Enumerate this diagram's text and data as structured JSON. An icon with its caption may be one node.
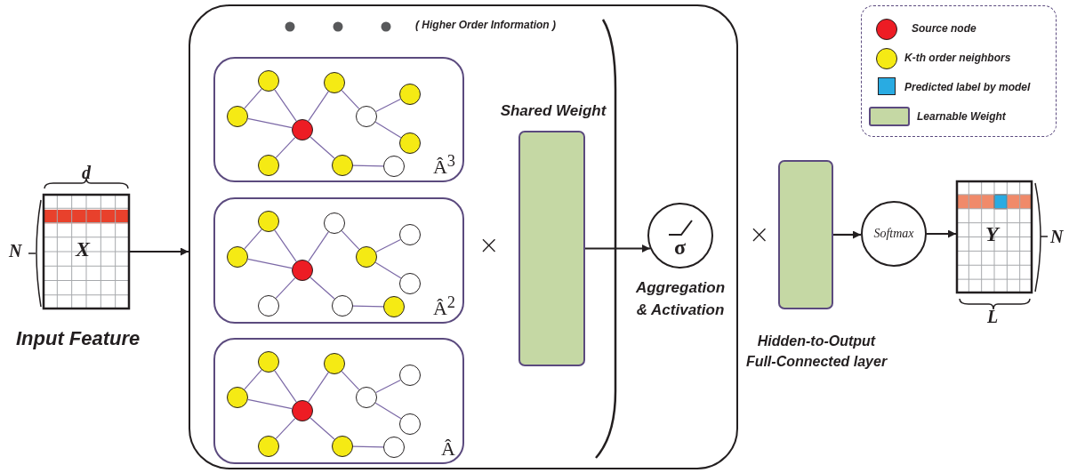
{
  "diagram": {
    "nodes": [
      {
        "text": [
          "X"
        ],
        "beside": [
          "Input Feature"
        ]
      },
      {
        "text": [
          "( Higher Order Information )"
        ]
      },
      {
        "text": [
          "Â$^{3}$"
        ],
        "in": 1
      },
      {
        "text": [],
        "shape": "circle",
        "in": 2
      },
      {
        "text": [],
        "shape": "circle",
        "in": 2
      },
      {
        "text": [],
        "shape": "circle",
        "in": 2
      },
      {
        "text": [],
        "shape": "circle",
        "in": 2
      },
      {
        "text": [],
        "shape": "circle",
        "in": 2
      },
      {
        "text": [],
        "shape": "circle",
        "in": 2
      },
      {
        "text": [],
        "shape": "circle",
        "in": 2
      },
      {
        "text": [],
        "shape": "circle",
        "in": 2
      },
      {
        "text": [],
        "shape": "circle",
        "in": 2
      },
      {
        "text": [],
        "shape": "circle",
        "in": 2
      },
      {
        "text": [
          "Â$^{2}$"
        ],
        "in": 1
      },
      {
        "text": [],
        "shape": "circle",
        "in": 13
      },
      {
        "text": [],
        "shape": "circle",
        "in": 13
      },
      {
        "text": [],
        "shape": "circle",
        "in": 13
      },
      {
        "text": [],
        "shape": "circle",
        "in": 13
      },
      {
        "text": [],
        "shape": "circle",
        "in": 13
      },
      {
        "text": [],
        "shape": "circle",
        "in": 13
      },
      {
        "text": [],
        "shape": "circle",
        "in": 13
      },
      {
        "text": [],
        "shape": "circle",
        "in": 13
      },
      {
        "text": [],
        "shape": "circle",
        "in": 13
      },
      {
        "text": [],
        "shape": "circle",
        "in": 13
      },
      {
        "text": [
          "Â"
        ],
        "in": 1
      },
      {
        "text": [],
        "shape": "circle",
        "in": 24
      },
      {
        "text": [],
        "shape": "circle",
        "in": 24
      },
      {
        "text": [],
        "shape": "circle",
        "in": 24
      },
      {
        "text": [],
        "shape": "circle",
        "in": 24
      },
      {
        "text": [],
        "shape": "circle",
        "in": 24
      },
      {
        "text": [],
        "shape": "circle",
        "in": 24
      },
      {
        "text": [],
        "shape": "circle",
        "in": 24
      },
      {
        "text": [],
        "shape": "circle",
        "in": 24
      },
      {
        "text": [],
        "shape": "circle",
        "in": 24
      },
      {
        "text": [],
        "shape": "circle",
        "in": 24
      },
      {
        "text": [],
        "shape": "box",
        "beside": [
          "Shared Weight"
        ],
        "in": 1
      },
      {
        "text": [
          "σ"
        ],
        "beside": [
          "Aggregation & Activation"
        ],
        "in": 1
      },
      {
        "text": [],
        "shape": "box",
        "beside": [
          "Hidden-to-Output Full-Connected layer"
        ]
      },
      {
        "text": [
          "Softmax"
        ]
      },
      {
        "text": [
          "Y"
        ]
      }
    ],
    "edges": [
      {
        "from": 0,
        "to": 1,
        "arrow": "to",
        "color": "#231f20"
      },
      {
        "from": 4,
        "to": 3,
        "arrow": "none"
      },
      {
        "from": 3,
        "to": 5,
        "arrow": "none"
      },
      {
        "from": 4,
        "to": 5,
        "arrow": "none"
      },
      {
        "from": 5,
        "to": 6,
        "arrow": "none"
      },
      {
        "from": 6,
        "to": 7,
        "arrow": "none"
      },
      {
        "from": 7,
        "to": 8,
        "arrow": "none"
      },
      {
        "from": 7,
        "to": 9,
        "arrow": "none"
      },
      {
        "from": 5,
        "to": 10,
        "arrow": "none"
      },
      {
        "from": 5,
        "to": 11,
        "arrow": "none"
      },
      {
        "from": 11,
        "to": 12,
        "arrow": "none"
      },
      {
        "from": 15,
        "to": 14,
        "arrow": "none"
      },
      {
        "from": 14,
        "to": 16,
        "arrow": "none"
      },
      {
        "from": 15,
        "to": 16,
        "arrow": "none"
      },
      {
        "from": 16,
        "to": 17,
        "arrow": "none"
      },
      {
        "from": 17,
        "to": 18,
        "arrow": "none"
      },
      {
        "from": 18,
        "to": 19,
        "arrow": "none"
      },
      {
        "from": 18,
        "to": 20,
        "arrow": "none"
      },
      {
        "from": 16,
        "to": 21,
        "arrow": "none"
      },
      {
        "from": 16,
        "to": 22,
        "arrow": "none"
      },
      {
        "from": 22,
        "to": 23,
        "arrow": "none"
      },
      {
        "from": 26,
        "to": 25,
        "arrow": "none"
      },
      {
        "from": 25,
        "to": 27,
        "arrow": "none"
      },
      {
        "from": 26,
        "to": 27,
        "arrow": "none"
      },
      {
        "from": 27,
        "to": 28,
        "arrow": "none"
      },
      {
        "from": 28,
        "to": 29,
        "arrow": "none"
      },
      {
        "from": 29,
        "to": 30,
        "arrow": "none"
      },
      {
        "from": 29,
        "to": 31,
        "arrow": "none"
      },
      {
        "from": 27,
        "to": 32,
        "arrow": "none"
      },
      {
        "from": 27,
        "to": 33,
        "arrow": "none"
      },
      {
        "from": 33,
        "to": 34,
        "arrow": "none"
      },
      {
        "from": 35,
        "to": 36,
        "arrow": "to",
        "color": "#231f20"
      },
      {
        "from": 37,
        "to": 38,
        "arrow": "to",
        "color": "#231f20"
      },
      {
        "from": 38,
        "to": 39,
        "arrow": "to",
        "color": "#231f20"
      }
    ],
    "labels": [
      "d",
      "N",
      "×",
      "×",
      "N",
      "L"
    ],
    "legend": [
      {
        "text": "Source node",
        "color": "#ed1c24"
      },
      {
        "text": "K-th order neighbors",
        "color": "#f5ea14"
      },
      {
        "text": "Predicted label by model",
        "color": "#29abe2"
      },
      {
        "text": "Learnable Weight",
        "color": "#c5d8a4"
      }
    ]
  }
}
